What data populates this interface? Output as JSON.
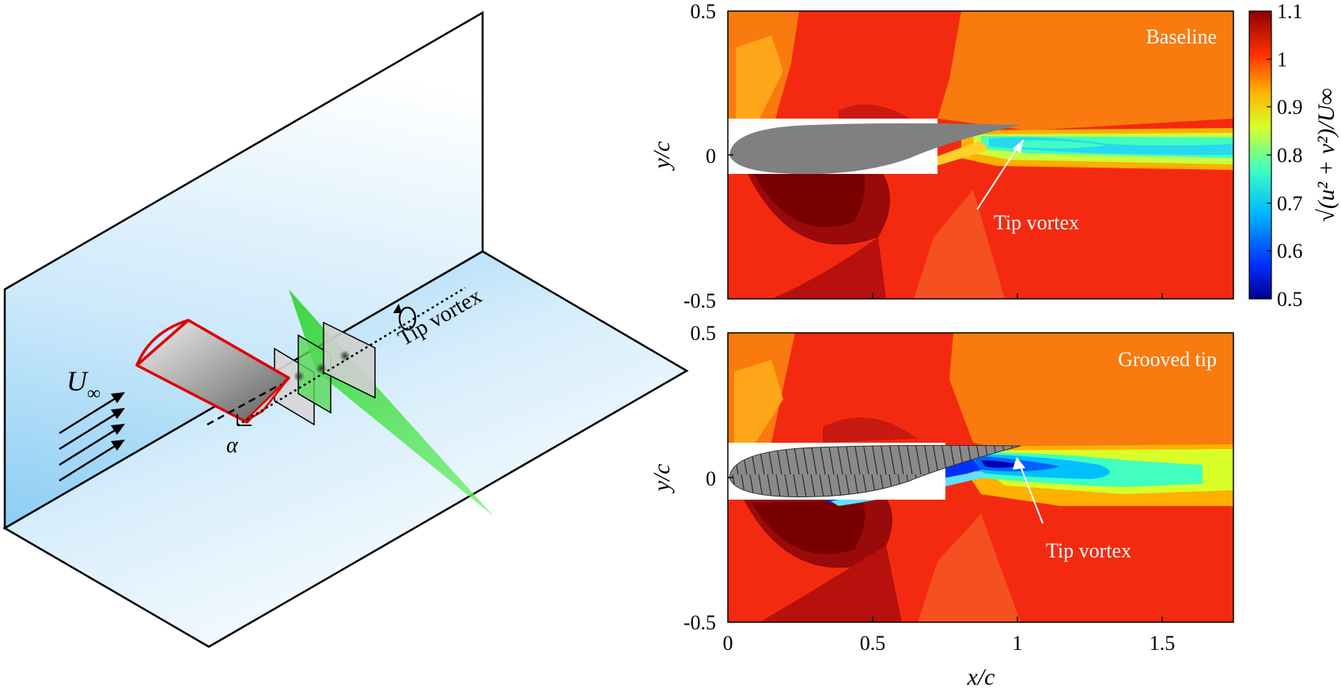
{
  "schematic": {
    "freestream_label": "U",
    "freestream_sub": "∞",
    "angle_label": "α",
    "vortex_label": "Tip vortex"
  },
  "panels": [
    {
      "title": "Baseline",
      "vortex_label": "Tip vortex"
    },
    {
      "title": "Grooved tip",
      "vortex_label": "Tip vortex"
    }
  ],
  "axes": {
    "xlabel": "x/c",
    "ylabel": "y/c",
    "xticks": [
      "0",
      "0.5",
      "1",
      "1.5"
    ],
    "yticks": [
      "-0.5",
      "0",
      "0.5"
    ]
  },
  "colorbar": {
    "label": "√(u² + v²)/U∞",
    "ticks": [
      "0.5",
      "0.6",
      "0.7",
      "0.8",
      "0.9",
      "1",
      "1.1"
    ],
    "range": [
      0.5,
      1.1
    ],
    "colors": [
      "#00008f",
      "#0040ff",
      "#00c0ff",
      "#40ffbf",
      "#bfff40",
      "#ffc000",
      "#ff4000",
      "#8f0000"
    ]
  },
  "colors": {
    "wall_blue": "#9fd3f5",
    "laser_green": "#3ddc3d",
    "wing_outline": "#e00000",
    "airfoil_gray": "#808080",
    "field_red": "#f42a10",
    "field_orange": "#f97a0f",
    "field_dark": "#9a0a0a"
  }
}
